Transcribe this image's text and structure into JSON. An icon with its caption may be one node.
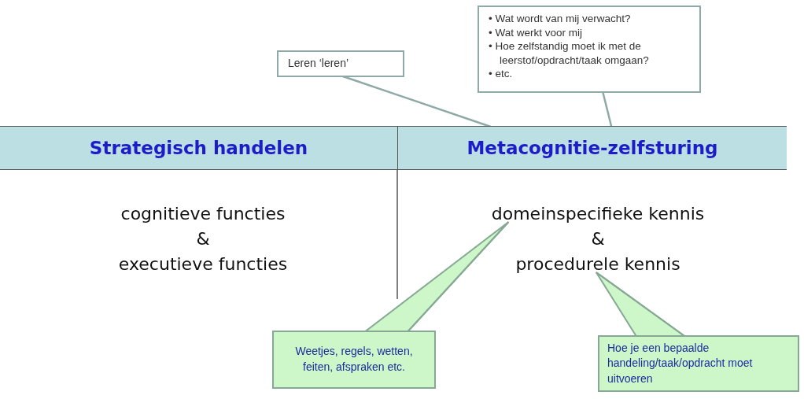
{
  "diagram": {
    "nodes": [
      {
        "text": [
          "Leren ‘leren’"
        ]
      },
      {
        "text": [
          "• Wat wordt van mij verwacht?",
          "• Wat werkt voor mij",
          "• Hoe zelfstandig moet ik met de leerstof/opdracht/taak omgaan?",
          "• etc."
        ]
      },
      {
        "text": [
          "Strategisch handelen"
        ]
      },
      {
        "text": [
          "Metacognitie-zelfsturing"
        ]
      },
      {
        "text": [
          "domeinspecifieke kennis"
        ]
      },
      {
        "text": [
          "procedurele kennis"
        ]
      },
      {
        "text": [
          "Weetjes, regels, wetten, feiten, afspraken etc."
        ]
      },
      {
        "text": [
          "Hoe je een bepaalde handeling/taak/opdracht moet uitvoeren"
        ]
      }
    ],
    "edges": [
      {
        "from": 0,
        "to": 3,
        "arrow": "none"
      },
      {
        "from": 1,
        "to": 3,
        "arrow": "none"
      },
      {
        "from": 6,
        "to": 4,
        "arrow": "none"
      },
      {
        "from": 7,
        "to": 5,
        "arrow": "none"
      }
    ],
    "labels": [
      "cognitieve functies",
      "&",
      "executieve functies",
      "&"
    ]
  }
}
